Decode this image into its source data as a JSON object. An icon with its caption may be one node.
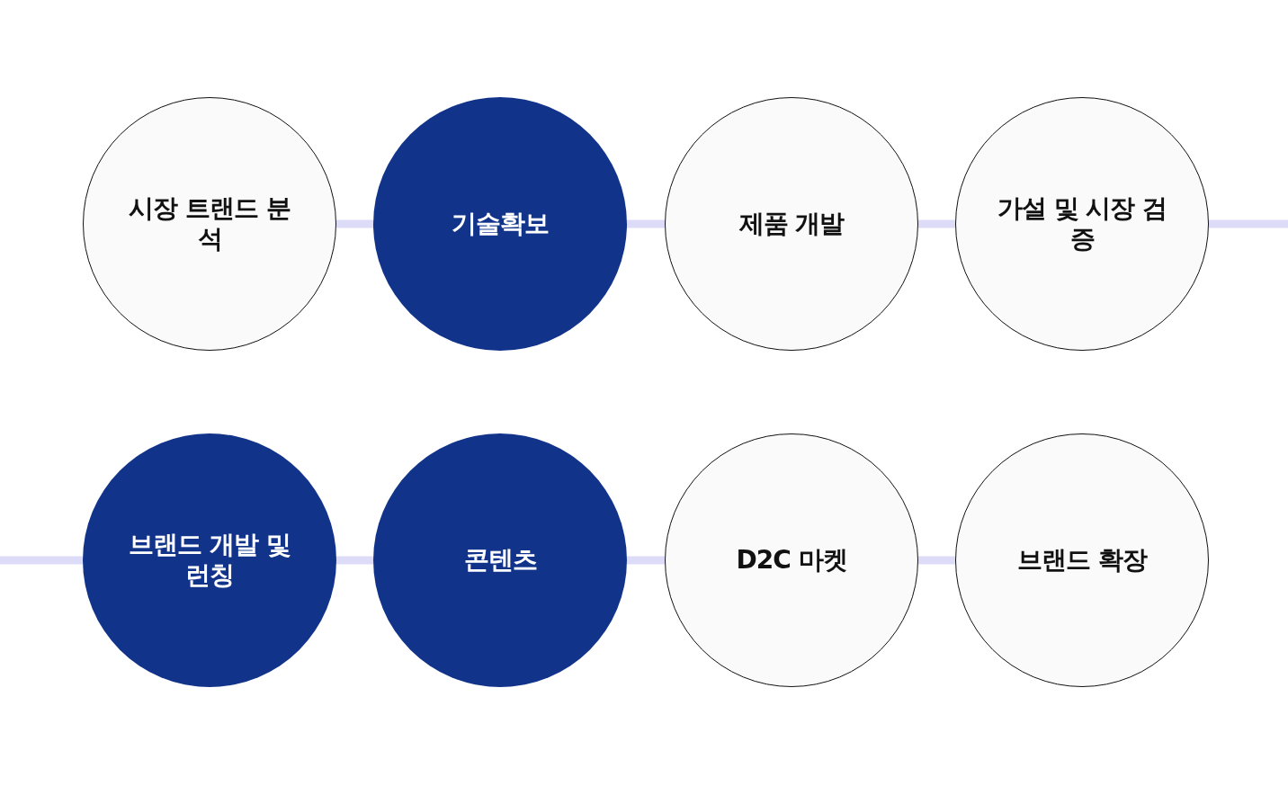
{
  "diagram": {
    "nodes": [
      {
        "text": [
          "시장 트랜드 분석"
        ]
      },
      {
        "text": [
          "기술확보"
        ]
      },
      {
        "text": [
          "제품 개발"
        ]
      },
      {
        "text": [
          "가설 및 시장 검증"
        ]
      },
      {
        "text": [
          "브랜드 개발 및 런칭"
        ]
      },
      {
        "text": [
          "콘텐츠"
        ]
      },
      {
        "text": [
          "D2C 마켓"
        ]
      },
      {
        "text": [
          "브랜드 확장"
        ]
      }
    ],
    "edges": [
      {
        "from": 0,
        "to": 1,
        "arrow": "none"
      },
      {
        "from": 1,
        "to": 2,
        "arrow": "none"
      },
      {
        "from": 2,
        "to": 3,
        "arrow": "none"
      },
      {
        "from": 3,
        "to": null,
        "arrow": "none"
      },
      {
        "from": null,
        "to": 4,
        "arrow": "none"
      },
      {
        "from": 4,
        "to": 5,
        "arrow": "none"
      },
      {
        "from": 5,
        "to": 6,
        "arrow": "none"
      },
      {
        "from": 6,
        "to": 7,
        "arrow": "none"
      }
    ]
  }
}
